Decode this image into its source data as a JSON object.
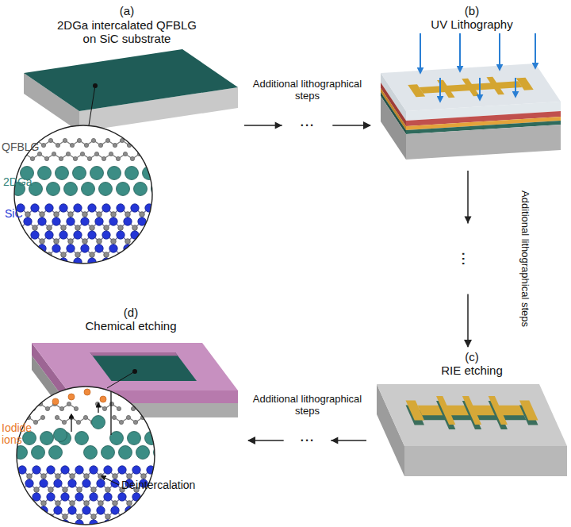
{
  "diagram": {
    "nodes": [
      {
        "text": [
          "(a)",
          "2DGa intercalated QFBLG on SiC substrate"
        ]
      },
      {
        "text": [
          "(b)",
          "UV Lithography"
        ]
      },
      {
        "text": [
          "(c)",
          "RIE etching"
        ]
      },
      {
        "text": [
          "(d)",
          "Chemical etching"
        ]
      }
    ],
    "edges": [
      {
        "from": 0,
        "to": 1,
        "label": "Additional lithographical steps",
        "arrow": "to"
      },
      {
        "from": 1,
        "to": 2,
        "label": "Additional lithographical steps",
        "arrow": "to"
      },
      {
        "from": 2,
        "to": 3,
        "label": "Additional lithographical steps",
        "arrow": "to"
      }
    ],
    "labels": [
      "...",
      "...",
      "...",
      "QFBLG",
      "2DGa",
      "SiC",
      "Iodide ions",
      "Deintercalation"
    ]
  }
}
